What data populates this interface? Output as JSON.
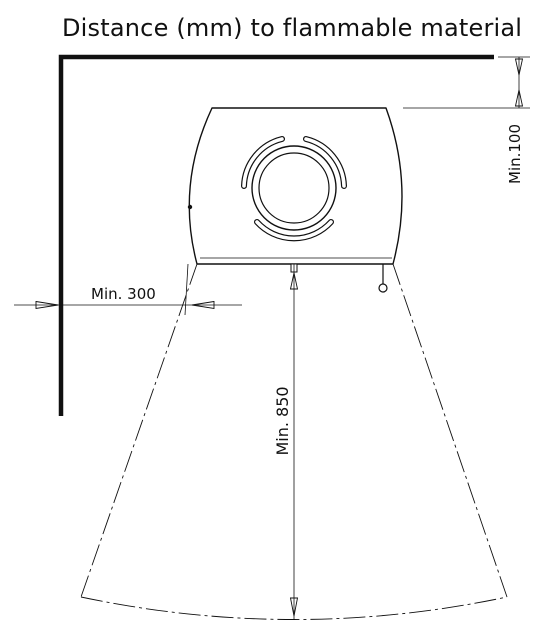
{
  "diagram": {
    "title": "Distance (mm) to flammable material",
    "dimensions": {
      "rear": "Min.100",
      "side": "Min. 300",
      "front": "Min. 850"
    }
  }
}
